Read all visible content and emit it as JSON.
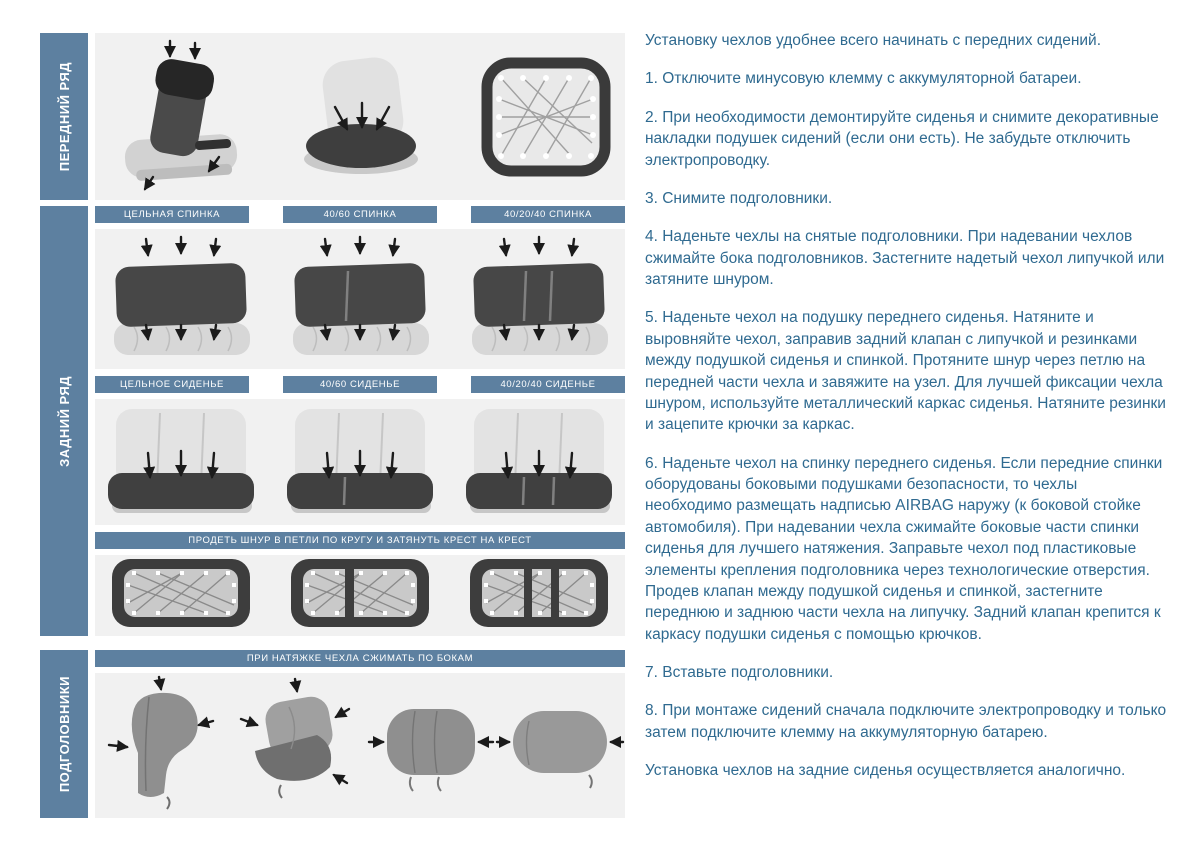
{
  "page": {
    "colors": {
      "accent": "#5d80a0",
      "sidebar": "#5d80a0",
      "panel": "#f1f1f1",
      "text": "#2f6a90",
      "background": "#ffffff"
    }
  },
  "sidebar": {
    "front_row_label": "ПЕРЕДНИЙ РЯД",
    "rear_row_label": "ЗАДНИЙ РЯД",
    "headrests_label": "ПОДГОЛОВНИКИ"
  },
  "diagrams": {
    "back_type_labels": [
      "ЦЕЛЬНАЯ СПИНКА",
      "40/60 СПИНКА",
      "40/20/40 СПИНКА"
    ],
    "cushion_type_labels": [
      "ЦЕЛЬНОЕ СИДЕНЬЕ",
      "40/60 СИДЕНЬЕ",
      "40/20/40 СИДЕНЬЕ"
    ],
    "lace_instruction": "ПРОДЕТЬ ШНУР В ПЕТЛИ ПО КРУГУ И ЗАТЯНУТЬ КРЕСТ НА КРЕСТ",
    "headrest_instruction": "ПРИ НАТЯЖКЕ ЧЕХЛА СЖИМАТЬ ПО БОКАМ"
  },
  "instructions": {
    "intro": "Установку чехлов удобнее всего начинать с передних сидений.",
    "steps": [
      "1. Отключите минусовую клемму с аккумуляторной батареи.",
      "2. При необходимости демонтируйте сиденья и снимите декоративные накладки подушек сидений (если они есть). Не забудьте отключить электропроводку.",
      "3. Снимите подголовники.",
      "4. Наденьте чехлы на снятые подголовники. При надевании чехлов сжимайте бока подголовников. Застегните надетый чехол липучкой или затяните шнуром.",
      "5. Наденьте чехол на подушку переднего сиденья. Натяните и выровняйте чехол, заправив задний клапан с липучкой и резинками между подушкой сиденья и спинкой. Протяните шнур через петлю на передней части чехла и завяжите на узел. Для лучшей фиксации чехла шнуром, используйте металлический каркас сиденья. Натяните резинки и зацепите крючки за каркас.",
      "6. Наденьте чехол на спинку переднего сиденья. Если передние спинки оборудованы боковыми подушками безопасности, то чехлы необходимо размещать надписью AIRBAG наружу (к боковой стойке автомобиля). При надевании чехла сжимайте боковые части спинки сиденья для лучшего натяжения. Заправьте чехол под пластиковые элементы крепления подголовника через технологические отверстия. Продев клапан между подушкой сиденья и спинкой, застегните переднюю и заднюю части чехла на липучку. Задний клапан крепится к каркасу подушки сиденья с помощью крючков.",
      "7. Вставьте подголовники.",
      "8. При монтаже сидений сначала подключите электропроводку и только затем подключите клемму на аккумуляторную батарею."
    ],
    "outro": "Установка чехлов на задние сиденья осуществляется аналогично."
  }
}
